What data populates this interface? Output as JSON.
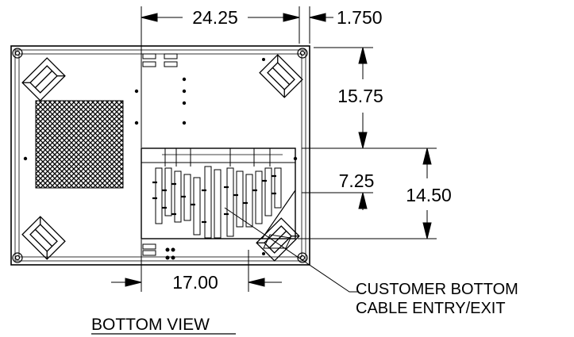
{
  "dimensions": {
    "top_width": "24.25",
    "top_offset": "1.750",
    "right_upper": "15.75",
    "right_mid": "7.25",
    "right_total": "14.50",
    "bottom_width": "17.00"
  },
  "callout": {
    "line1": "CUSTOMER BOTTOM",
    "line2": "CABLE ENTRY/EXIT"
  },
  "title": "BOTTOM VIEW"
}
